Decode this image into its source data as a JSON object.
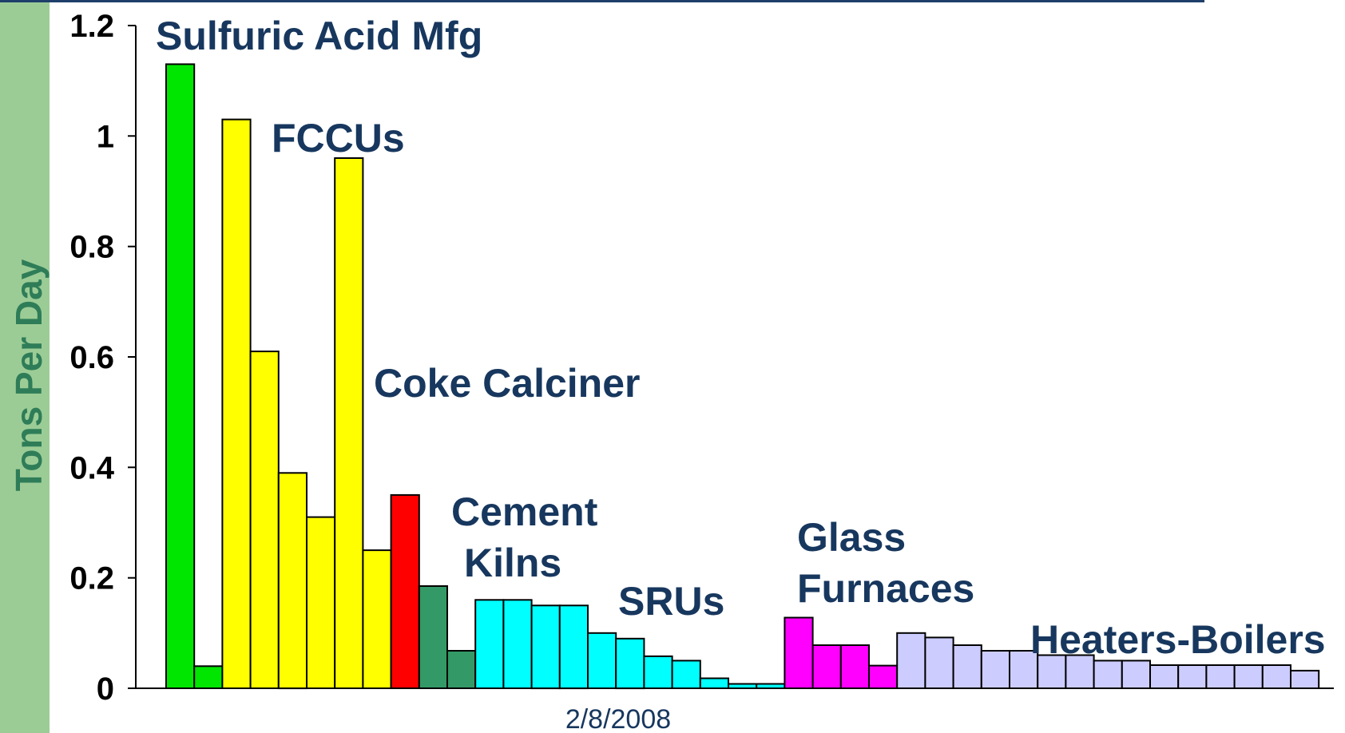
{
  "chart_data": {
    "type": "bar",
    "title": "",
    "xlabel": "2/8/2008",
    "ylabel": "Tons Per Day",
    "ylim": [
      0,
      1.2
    ],
    "yticks": [
      "0",
      "0.2",
      "0.4",
      "0.6",
      "0.8",
      "1",
      "1.2"
    ],
    "grid": false,
    "legend": "none",
    "groups": [
      {
        "name": "Sulfuric Acid Mfg",
        "color": "#00e600",
        "values": [
          1.13,
          0.04
        ]
      },
      {
        "name": "FCCUs",
        "color": "#ffff00",
        "values": [
          1.03,
          0.61,
          0.39,
          0.31,
          0.96,
          0.25
        ]
      },
      {
        "name": "Coke Calciner",
        "color": "#ff0000",
        "values": [
          0.35
        ]
      },
      {
        "name": "Cement Kilns",
        "color": "#339966",
        "values": [
          0.185,
          0.068
        ]
      },
      {
        "name": "SRUs",
        "color": "#00ffff",
        "values": [
          0.16,
          0.16,
          0.15,
          0.15,
          0.1,
          0.09,
          0.058,
          0.05,
          0.018,
          0.008,
          0.008
        ]
      },
      {
        "name": "Glass Furnaces",
        "color": "#ff00ff",
        "values": [
          0.128,
          0.078,
          0.078,
          0.041
        ]
      },
      {
        "name": "Heaters-Boilers",
        "color": "#ccccff",
        "values": [
          0.1,
          0.092,
          0.078,
          0.068,
          0.068,
          0.06,
          0.06,
          0.05,
          0.05,
          0.042,
          0.042,
          0.042,
          0.042,
          0.042,
          0.032
        ]
      }
    ],
    "annotations": {
      "sulfuric": "Sulfuric Acid Mfg",
      "fccus": "FCCUs",
      "coke": "Coke Calciner",
      "cement_line1": "Cement",
      "cement_line2": "Kilns",
      "srus": "SRUs",
      "glass_line1": "Glass",
      "glass_line2": "Furnaces",
      "heaters": "Heaters-Boilers"
    }
  }
}
